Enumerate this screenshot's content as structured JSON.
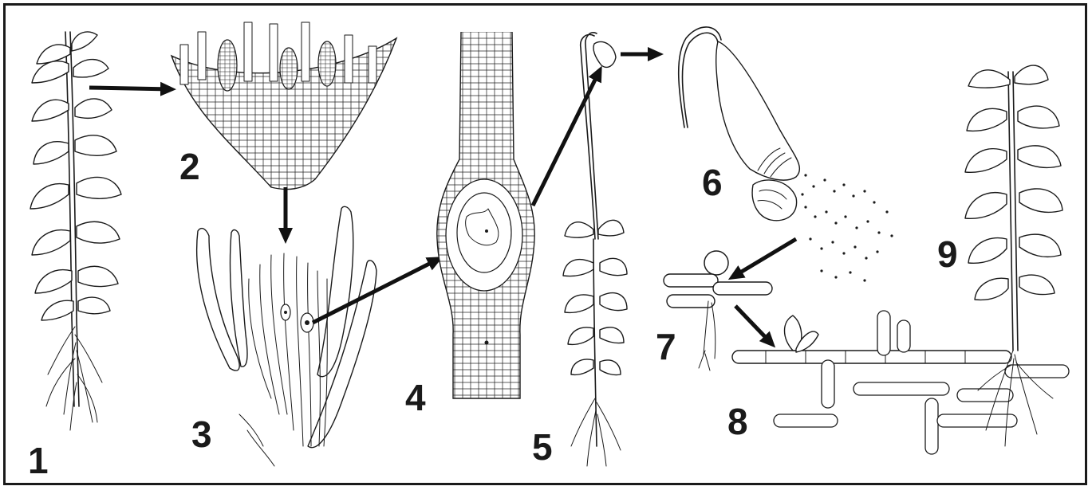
{
  "figure": {
    "stage_labels": [
      "1",
      "2",
      "3",
      "4",
      "5",
      "6",
      "7",
      "8",
      "9"
    ]
  },
  "colors": {
    "ink": "#1a1a1a",
    "background": "#ffffff"
  }
}
